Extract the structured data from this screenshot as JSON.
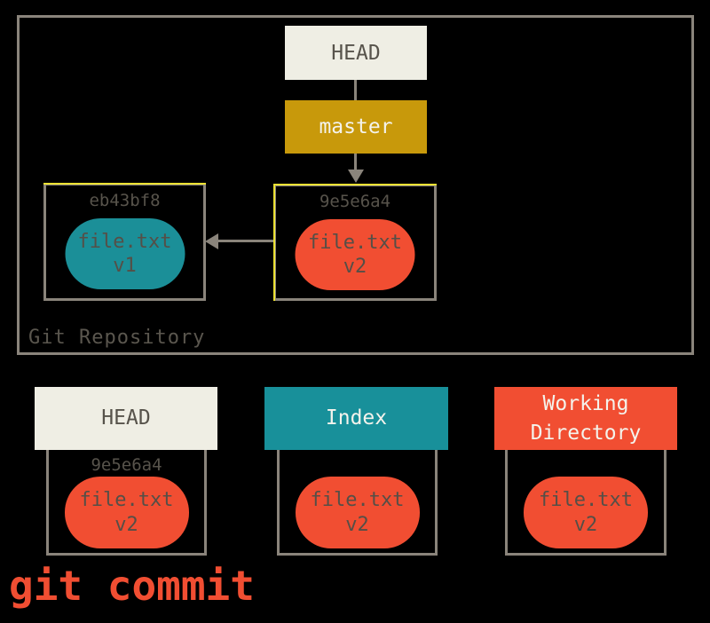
{
  "colors": {
    "background": "#000000",
    "border_gray": "#8a847b",
    "cream": "#efeee4",
    "gold": "#c8990b",
    "teal": "#18909a",
    "orange": "#f14e32",
    "dark_text": "#57534b",
    "light_text": "#f4f3ec",
    "accent_yellow": "#ece233"
  },
  "repository": {
    "label": "Git Repository",
    "head_ref": "HEAD",
    "branch_ref": "master",
    "commits": [
      {
        "hash": "eb43bf8",
        "file": "file.txt",
        "version": "v1"
      },
      {
        "hash": "9e5e6a4",
        "file": "file.txt",
        "version": "v2"
      }
    ]
  },
  "areas": [
    {
      "title": "HEAD",
      "hash": "9e5e6a4",
      "file": "file.txt",
      "version": "v2"
    },
    {
      "title": "Index",
      "file": "file.txt",
      "version": "v2"
    },
    {
      "title": "Working Directory",
      "file": "file.txt",
      "version": "v2"
    }
  ],
  "command": "git commit"
}
